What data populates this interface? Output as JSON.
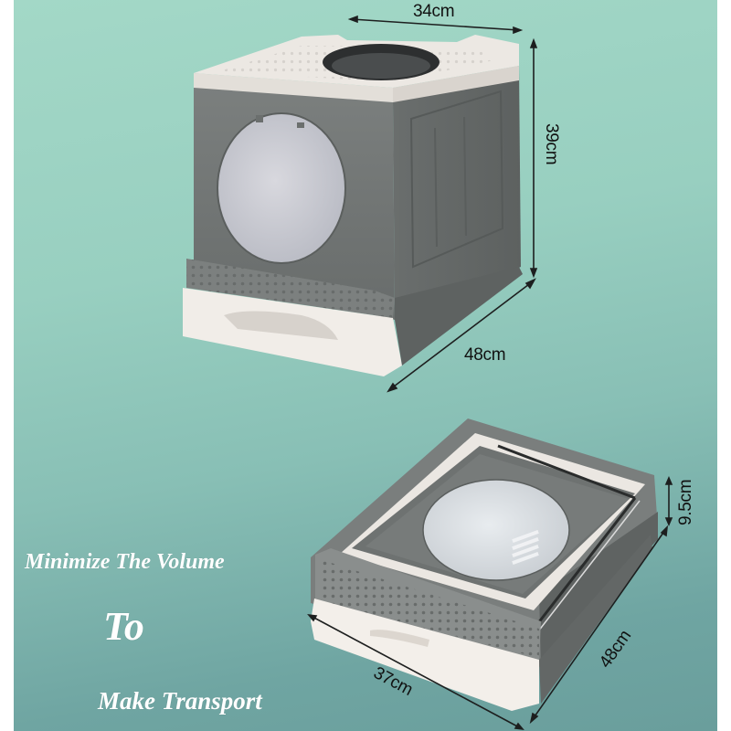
{
  "colors": {
    "background_top": "#a3d8c7",
    "background_bottom": "#6a9e9c",
    "product_gray": "#6f7372",
    "product_white": "#ece8e3",
    "text_dark": "#111111",
    "slogan_white": "#ffffff"
  },
  "products": {
    "assembled": {
      "name": "Foldable enclosed cat litter box (assembled)",
      "dimensions": {
        "width": "34cm",
        "height": "39cm",
        "depth": "48cm"
      }
    },
    "folded": {
      "name": "Foldable cat litter box (folded flat)",
      "dimensions": {
        "height": "9.5cm",
        "depth": "48cm",
        "width": "37cm"
      }
    }
  },
  "slogan": {
    "line1": "Minimize The Volume",
    "line2": "To",
    "line3": "Make Transport"
  }
}
